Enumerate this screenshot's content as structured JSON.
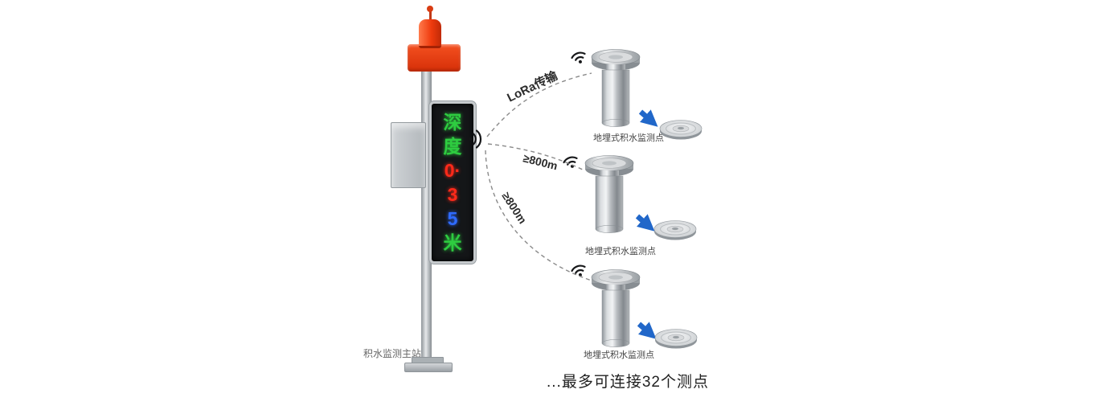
{
  "colors": {
    "led_green": "#2ecc40",
    "led_red": "#ff2a1a",
    "led_blue": "#2f6bff",
    "alarm_red": "#e03008",
    "arrow_blue": "#2167c9",
    "link_line_gray": "#8a8a8a",
    "metal_gray": "#b9bdc1"
  },
  "main_station": {
    "label": "积水监测主站",
    "display_lines": [
      {
        "text": "深",
        "color": "#2ecc40"
      },
      {
        "text": "度",
        "color": "#2ecc40"
      },
      {
        "text": "0·",
        "color": "#ff2a1a"
      },
      {
        "text": "3",
        "color": "#ff2a1a"
      },
      {
        "text": "5",
        "color": "#2f6bff"
      },
      {
        "text": "米",
        "color": "#2ecc40"
      }
    ]
  },
  "links": [
    {
      "label": "LoRa传输"
    },
    {
      "label": "≥800m"
    },
    {
      "label": "≥800m"
    }
  ],
  "sensors": [
    {
      "label": "地埋式积水监测点"
    },
    {
      "label": "地埋式积水监测点"
    },
    {
      "label": "地埋式积水监测点"
    }
  ],
  "footer": {
    "note": "...最多可连接32个测点"
  }
}
